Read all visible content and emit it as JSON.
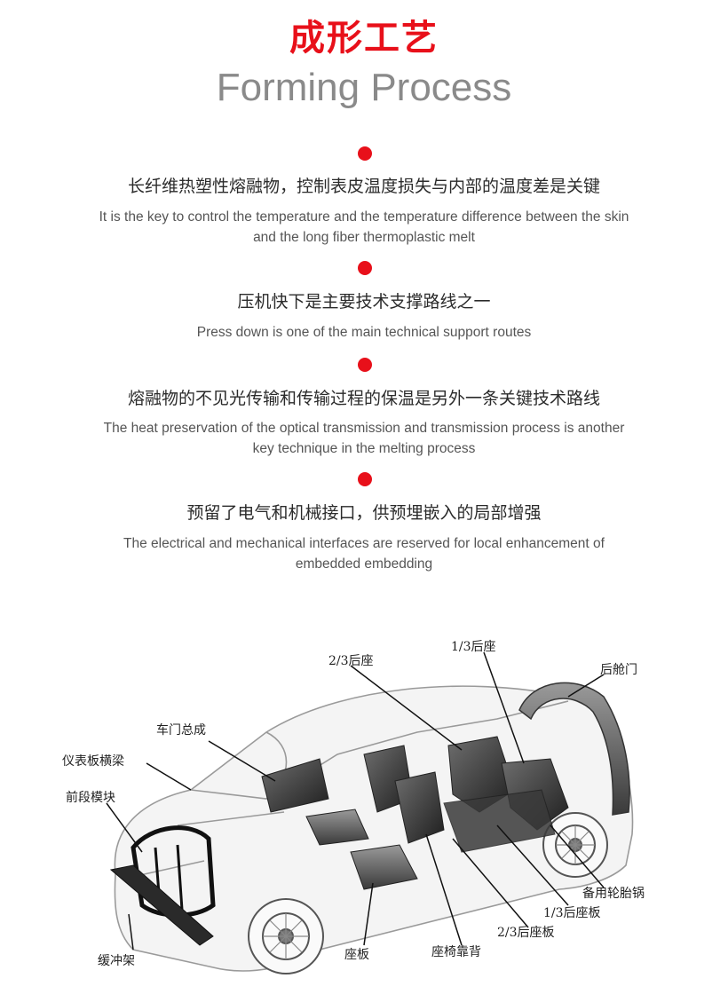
{
  "header": {
    "title_cn": "成形工艺",
    "title_en": "Forming Process"
  },
  "points": [
    {
      "cn": "长纤维热塑性熔融物，控制表皮温度损失与内部的温度差是关键",
      "en": "It is the key to control the temperature and the temperature difference between the skin and the long fiber thermoplastic melt"
    },
    {
      "cn": "压机快下是主要技术支撑路线之一",
      "en": "Press down is one of the main technical support routes"
    },
    {
      "cn": "熔融物的不见光传输和传输过程的保温是另外一条关键技术路线",
      "en": "The heat preservation of the optical transmission and transmission process is another key technique in the melting process"
    },
    {
      "cn": "预留了电气和机械接口，供预埋嵌入的局部增强",
      "en": "The electrical and mechanical interfaces are reserved for local enhancement of embedded embedding"
    }
  ],
  "diagram": {
    "labels": {
      "rear_seat_23": "2/3后座",
      "rear_seat_13": "1/3后座",
      "tailgate": "后舱门",
      "door_assembly": "车门总成",
      "cross_car_beam": "仪表板横梁",
      "front_end_module": "前段模块",
      "bumper_beam": "缓冲架",
      "seat_pan": "座板",
      "seat_back": "座椅靠背",
      "rear_seat_panel_23": "2/3后座板",
      "rear_seat_panel_13": "1/3后座板",
      "spare_tire_well": "备用轮胎锅"
    }
  },
  "colors": {
    "accent": "#e8101a",
    "title_en": "#8a8a8a"
  }
}
